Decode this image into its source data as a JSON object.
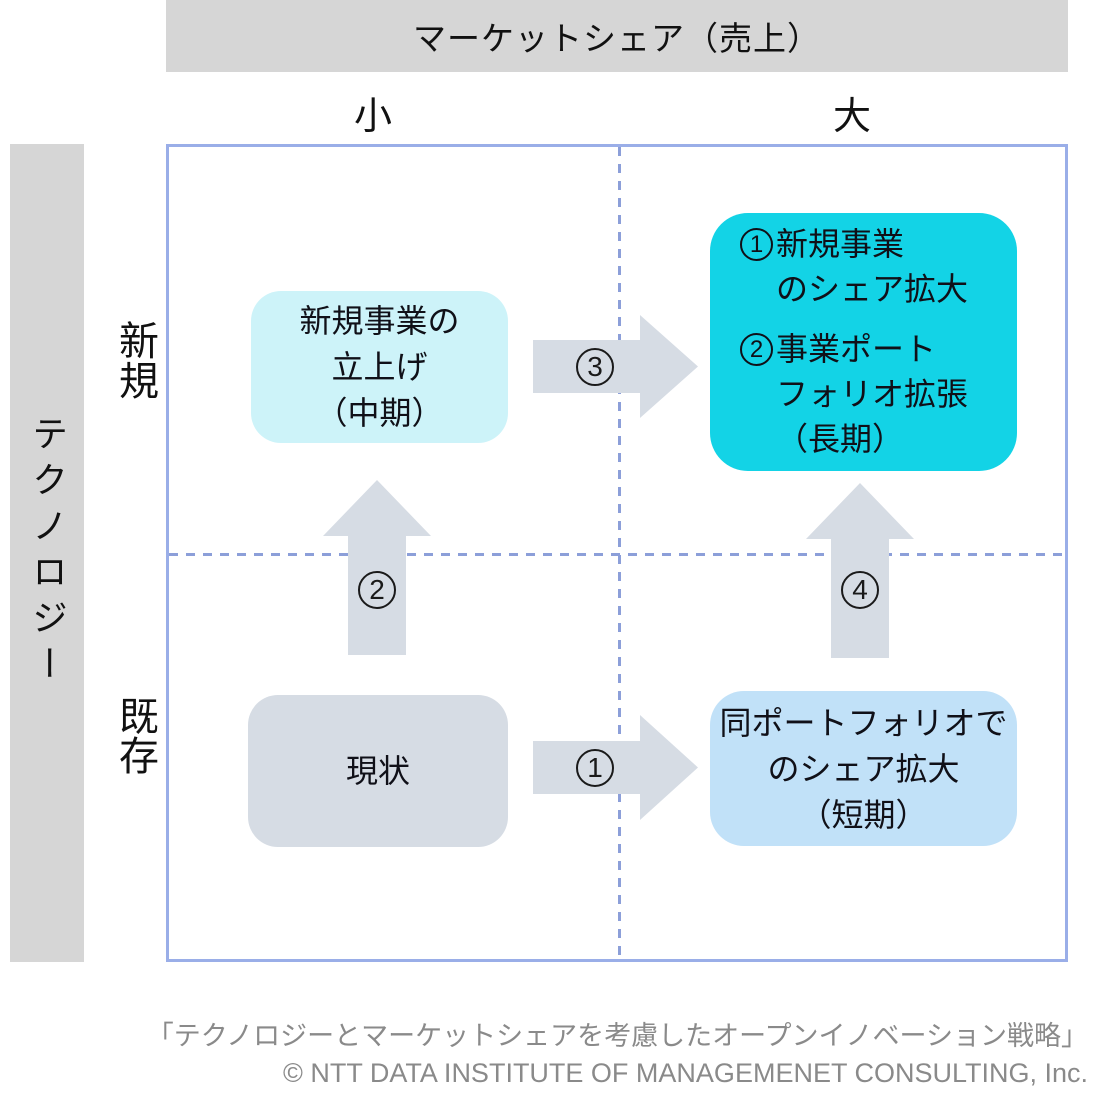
{
  "diagram": {
    "x_axis": {
      "title": "マーケットシェア（売上）",
      "low_label": "小",
      "high_label": "大"
    },
    "y_axis": {
      "title": "テクノロジー",
      "high_label": "新規",
      "low_label": "既存"
    },
    "quadrants": {
      "top_left": {
        "lines": [
          "新規事業の",
          "立上げ",
          "（中期）"
        ],
        "bg": "#cdf3f9"
      },
      "top_right": {
        "items": [
          {
            "num": "1",
            "first_line": "新規事業",
            "cont_lines": [
              "のシェア拡大"
            ]
          },
          {
            "num": "2",
            "first_line": "事業ポート",
            "cont_lines": [
              "フォリオ拡張",
              "（長期）"
            ]
          }
        ],
        "bg": "#13d3e6"
      },
      "bottom_left": {
        "lines": [
          "現状"
        ],
        "bg": "#d6dce4"
      },
      "bottom_right": {
        "lines": [
          "同ポートフォリオで",
          "のシェア拡大",
          "（短期）"
        ],
        "bg": "#c1e1f8"
      }
    },
    "arrows": [
      {
        "num": "1",
        "dir": "right",
        "from": "bottom_left",
        "to": "bottom_right"
      },
      {
        "num": "2",
        "dir": "up",
        "from": "bottom_left",
        "to": "top_left"
      },
      {
        "num": "3",
        "dir": "right",
        "from": "top_left",
        "to": "top_right"
      },
      {
        "num": "4",
        "dir": "up",
        "from": "bottom_right",
        "to": "top_right"
      }
    ],
    "colors": {
      "axis_bar_bg": "#d6d6d6",
      "matrix_border": "#9aaee8",
      "dashed_divider": "#8c9fd9",
      "arrow_fill": "#d6dce4"
    }
  },
  "footer": {
    "line1": "「テクノロジーとマーケットシェアを考慮したオープンイノベーション戦略」",
    "line2": "© NTT DATA INSTITUTE OF MANAGEMENET CONSULTING, Inc."
  }
}
